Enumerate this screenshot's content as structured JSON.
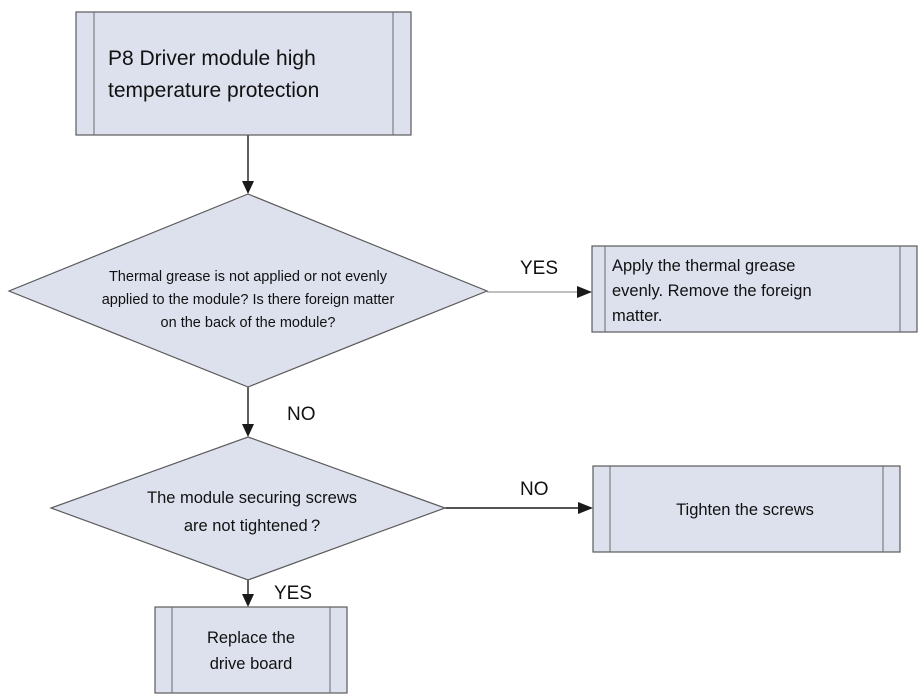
{
  "nodes": {
    "start": {
      "lines": [
        "P8  Driver module high",
        "temperature protection"
      ]
    },
    "decision_grease": {
      "lines": [
        "Thermal grease is not applied or not evenly",
        "applied to the module?  Is there foreign matter",
        "on the back of the module?"
      ]
    },
    "action_grease": {
      "lines": [
        "Apply the thermal grease",
        "evenly.  Remove the foreign",
        "matter."
      ]
    },
    "decision_screws": {
      "lines": [
        "The module securing screws",
        "are not tightened ?"
      ]
    },
    "action_screws": {
      "lines": [
        "Tighten the screws"
      ]
    },
    "action_replace": {
      "lines": [
        "Replace the",
        "drive board"
      ]
    }
  },
  "edge_labels": {
    "grease_yes": "YES",
    "grease_no": "NO",
    "screws_no": "NO",
    "screws_yes": "YES"
  }
}
